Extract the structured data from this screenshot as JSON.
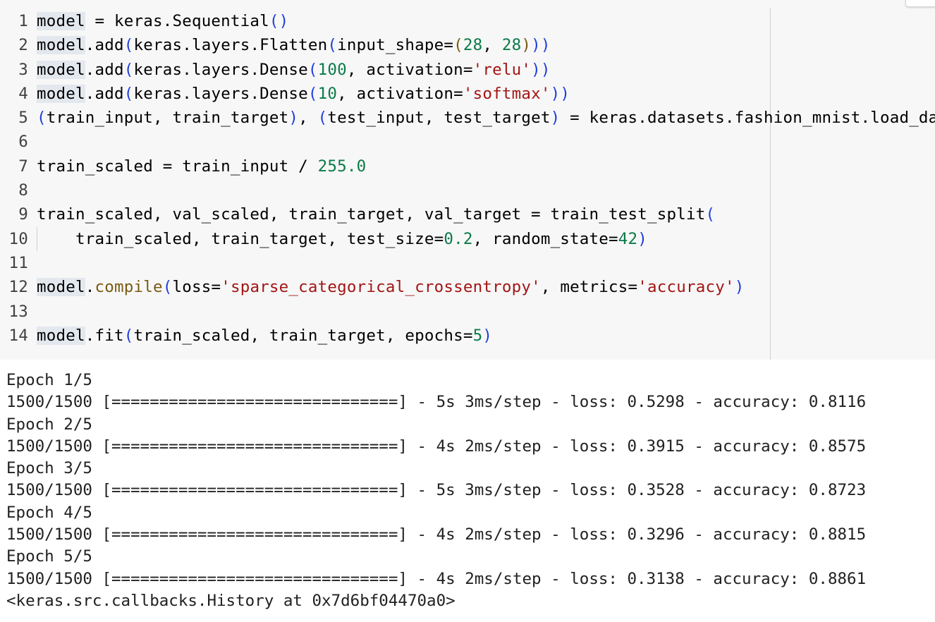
{
  "cell": {
    "lines": [
      {
        "num": "1",
        "tokens": [
          [
            "model",
            "hl"
          ],
          [
            " = keras.Sequential",
            ""
          ],
          [
            "(",
            "p"
          ],
          [
            ")",
            "p"
          ]
        ]
      },
      {
        "num": "2",
        "tokens": [
          [
            "model",
            "hl"
          ],
          [
            ".add",
            ""
          ],
          [
            "(",
            "p"
          ],
          [
            "keras.layers.Flatten",
            ""
          ],
          [
            "(",
            "p"
          ],
          [
            "input_shape=",
            ""
          ],
          [
            "(",
            "f"
          ],
          [
            "28",
            "n"
          ],
          [
            ", ",
            ""
          ],
          [
            "28",
            "n"
          ],
          [
            ")",
            "f"
          ],
          [
            ")",
            "p"
          ],
          [
            ")",
            "p"
          ]
        ]
      },
      {
        "num": "3",
        "tokens": [
          [
            "model",
            "hl"
          ],
          [
            ".add",
            ""
          ],
          [
            "(",
            "p"
          ],
          [
            "keras.layers.Dense",
            ""
          ],
          [
            "(",
            "p"
          ],
          [
            "100",
            "n"
          ],
          [
            ", activation=",
            ""
          ],
          [
            "'relu'",
            "s"
          ],
          [
            ")",
            "p"
          ],
          [
            ")",
            "p"
          ]
        ]
      },
      {
        "num": "4",
        "tokens": [
          [
            "model",
            "hl"
          ],
          [
            ".add",
            ""
          ],
          [
            "(",
            "p"
          ],
          [
            "keras.layers.Dense",
            ""
          ],
          [
            "(",
            "p"
          ],
          [
            "10",
            "n"
          ],
          [
            ", activation=",
            ""
          ],
          [
            "'softmax'",
            "s"
          ],
          [
            ")",
            "p"
          ],
          [
            ")",
            "p"
          ]
        ]
      },
      {
        "num": "5",
        "tokens": [
          [
            "(",
            "p"
          ],
          [
            "train_input, train_target",
            ""
          ],
          [
            ")",
            "p"
          ],
          [
            ", ",
            ""
          ],
          [
            "(",
            "p"
          ],
          [
            "test_input, test_target",
            ""
          ],
          [
            ")",
            "p"
          ],
          [
            " = keras.datasets.fashion_mnist.load_data",
            ""
          ],
          [
            "(",
            "p"
          ],
          [
            ")",
            "p"
          ]
        ]
      },
      {
        "num": "6",
        "tokens": []
      },
      {
        "num": "7",
        "tokens": [
          [
            "train_scaled = train_input / ",
            ""
          ],
          [
            "255.0",
            "n"
          ]
        ]
      },
      {
        "num": "8",
        "tokens": []
      },
      {
        "num": "9",
        "tokens": [
          [
            "train_scaled, val_scaled, train_target, val_target = train_test_split",
            ""
          ],
          [
            "(",
            "p"
          ]
        ]
      },
      {
        "num": "10",
        "indent": true,
        "tokens": [
          [
            "    train_scaled, train_target, test_size=",
            ""
          ],
          [
            "0.2",
            "n"
          ],
          [
            ", random_state=",
            ""
          ],
          [
            "42",
            "n"
          ],
          [
            ")",
            "p"
          ]
        ]
      },
      {
        "num": "11",
        "tokens": []
      },
      {
        "num": "12",
        "tokens": [
          [
            "model",
            "hl"
          ],
          [
            ".",
            ""
          ],
          [
            "compile",
            "f"
          ],
          [
            "(",
            "p"
          ],
          [
            "loss=",
            ""
          ],
          [
            "'sparse_categorical_crossentropy'",
            "s"
          ],
          [
            ", metrics=",
            ""
          ],
          [
            "'accuracy'",
            "s"
          ],
          [
            ")",
            "p"
          ]
        ]
      },
      {
        "num": "13",
        "tokens": []
      },
      {
        "num": "14",
        "tokens": [
          [
            "model",
            "hl"
          ],
          [
            ".fit",
            ""
          ],
          [
            "(",
            "p"
          ],
          [
            "train_scaled, train_target, epochs=",
            ""
          ],
          [
            "5",
            "n"
          ],
          [
            ")",
            "p"
          ]
        ]
      }
    ]
  },
  "output": {
    "lines": [
      "Epoch 1/5",
      "1500/1500 [==============================] - 5s 3ms/step - loss: 0.5298 - accuracy: 0.8116",
      "Epoch 2/5",
      "1500/1500 [==============================] - 4s 2ms/step - loss: 0.3915 - accuracy: 0.8575",
      "Epoch 3/5",
      "1500/1500 [==============================] - 5s 3ms/step - loss: 0.3528 - accuracy: 0.8723",
      "Epoch 4/5",
      "1500/1500 [==============================] - 4s 2ms/step - loss: 0.3296 - accuracy: 0.8815",
      "Epoch 5/5",
      "1500/1500 [==============================] - 4s 2ms/step - loss: 0.3138 - accuracy: 0.8861",
      "<keras.src.callbacks.History at 0x7d6bf04470a0>"
    ]
  }
}
